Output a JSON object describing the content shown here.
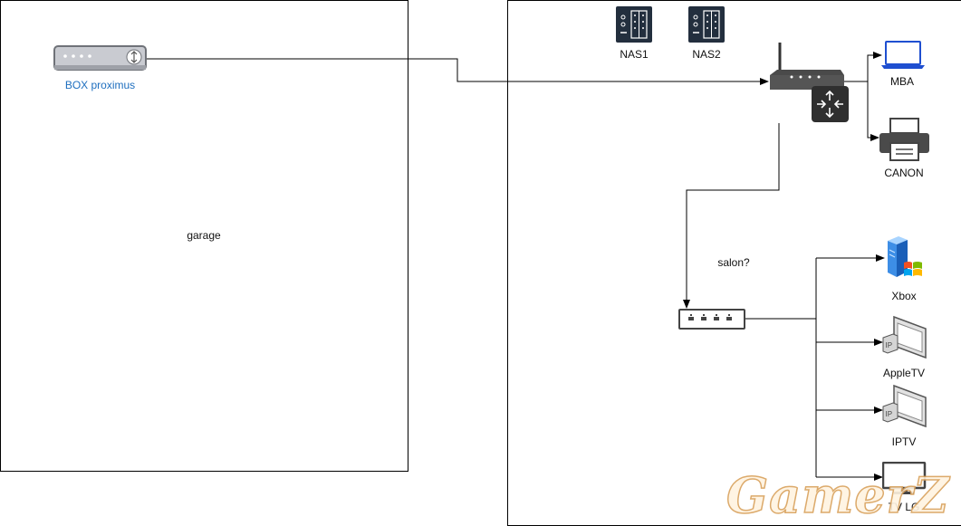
{
  "zones": {
    "garage": {
      "label": "garage"
    },
    "home": {
      "label": "salon?"
    }
  },
  "devices": {
    "box": {
      "label": "BOX proximus",
      "icon": "modem-icon",
      "label_color": "#1f6fbf"
    },
    "nas1": {
      "label": "NAS1",
      "icon": "nas-icon"
    },
    "nas2": {
      "label": "NAS2",
      "icon": "nas-icon"
    },
    "router": {
      "icon": "wireless-router-icon"
    },
    "mba": {
      "label": "MBA",
      "icon": "laptop-icon",
      "color": "#1f4fd0"
    },
    "canon": {
      "label": "CANON",
      "icon": "printer-icon"
    },
    "switch": {
      "icon": "network-switch-icon"
    },
    "xbox": {
      "label": "Xbox",
      "icon": "windows-server-icon"
    },
    "appletv": {
      "label": "AppleTV",
      "icon": "ip-display-icon"
    },
    "iptv": {
      "label": "IPTV",
      "icon": "ip-display-icon"
    },
    "tvlg": {
      "label": "TV LG",
      "icon": "monitor-icon"
    }
  },
  "watermark": {
    "text": "GamerZ"
  }
}
